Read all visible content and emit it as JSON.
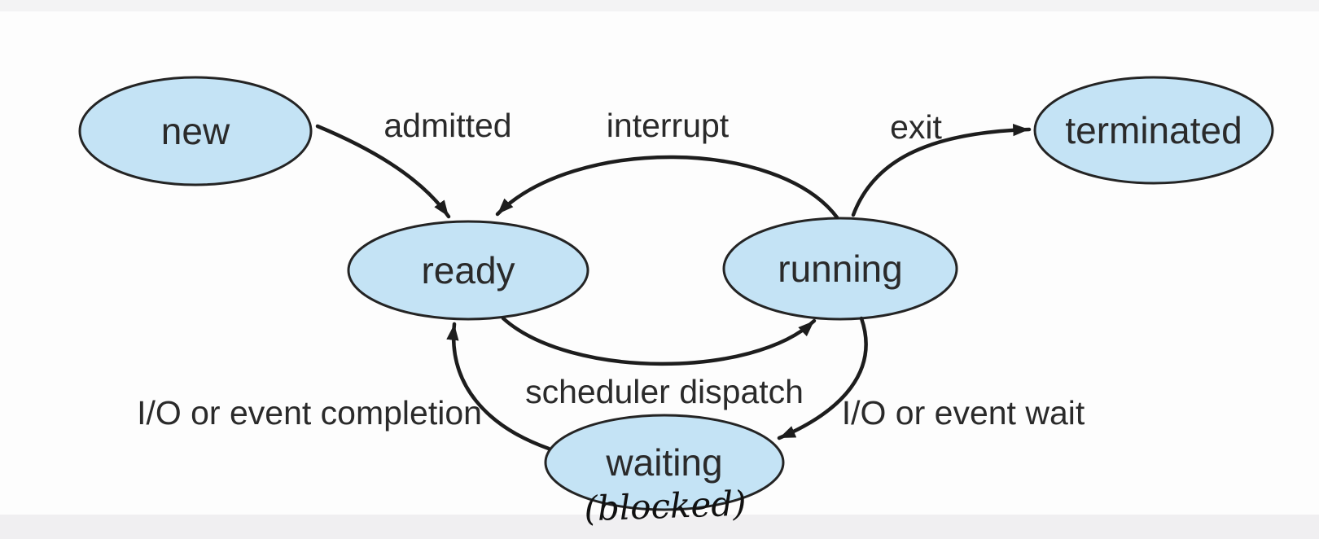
{
  "diagram": {
    "kind": "process-state-diagram",
    "states": [
      {
        "id": "new",
        "label": "new"
      },
      {
        "id": "ready",
        "label": "ready"
      },
      {
        "id": "running",
        "label": "running"
      },
      {
        "id": "terminated",
        "label": "terminated"
      },
      {
        "id": "waiting",
        "label": "waiting"
      }
    ],
    "transitions": [
      {
        "id": "admitted",
        "label": "admitted",
        "from": "new",
        "to": "ready"
      },
      {
        "id": "interrupt",
        "label": "interrupt",
        "from": "running",
        "to": "ready"
      },
      {
        "id": "exit",
        "label": "exit",
        "from": "running",
        "to": "terminated"
      },
      {
        "id": "scheduler-dispatch",
        "label": "scheduler dispatch",
        "from": "ready",
        "to": "running"
      },
      {
        "id": "io-event-wait",
        "label": "I/O or event wait",
        "from": "running",
        "to": "waiting"
      },
      {
        "id": "io-event-completion",
        "label": "I/O or event completion",
        "from": "waiting",
        "to": "ready"
      }
    ],
    "annotation": {
      "label": "(blocked)",
      "attached_to": "waiting",
      "style": "handwritten"
    },
    "colors": {
      "state_fill": "#c4e3f5",
      "state_stroke": "#242424",
      "arrow": "#1d1d1d",
      "text": "#2a2a2a",
      "background": "#fdfdfd"
    }
  }
}
